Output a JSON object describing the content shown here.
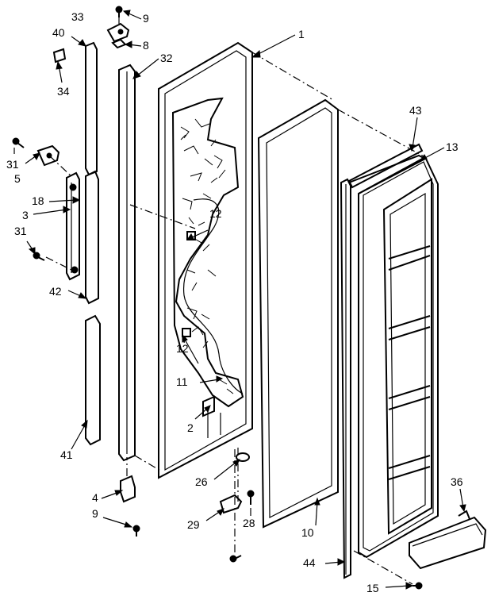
{
  "callouts": {
    "c1": "1",
    "c2": "2",
    "c3": "3",
    "c4": "4",
    "c5": "5",
    "c8": "8",
    "c9a": "9",
    "c9b": "9",
    "c10": "10",
    "c11": "11",
    "c12a": "12",
    "c12b": "12",
    "c13": "13",
    "c15": "15",
    "c18": "18",
    "c26": "26",
    "c28": "28",
    "c29": "29",
    "c31a": "31",
    "c31b": "31",
    "c32": "32",
    "c33": "33",
    "c34": "34",
    "c36": "36",
    "c40": "40",
    "c41": "41",
    "c42": "42",
    "c43": "43",
    "c44": "44"
  }
}
